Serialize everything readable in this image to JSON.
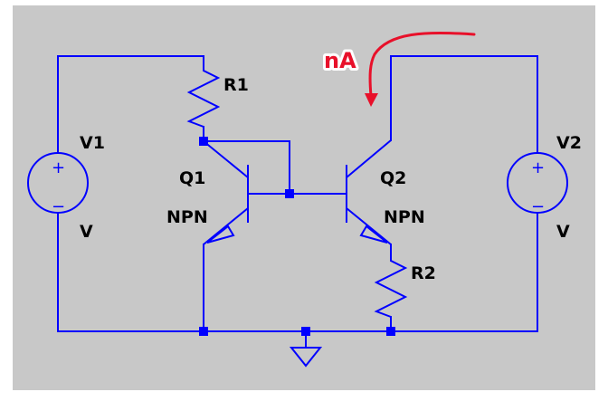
{
  "colors": {
    "background": "#c8c8c8",
    "wire": "#0000ff",
    "label": "#000000",
    "probe": "#e8102a"
  },
  "current_probe": {
    "label": "nA"
  },
  "components": {
    "V1": {
      "name": "V1",
      "value": "V",
      "plus": "+",
      "minus": "−"
    },
    "V2": {
      "name": "V2",
      "value": "V",
      "plus": "+",
      "minus": "−"
    },
    "R1": {
      "name": "R1"
    },
    "R2": {
      "name": "R2"
    },
    "Q1": {
      "name": "Q1",
      "model": "NPN"
    },
    "Q2": {
      "name": "Q2",
      "model": "NPN"
    },
    "ground": {
      "icon": "ground-icon"
    }
  }
}
